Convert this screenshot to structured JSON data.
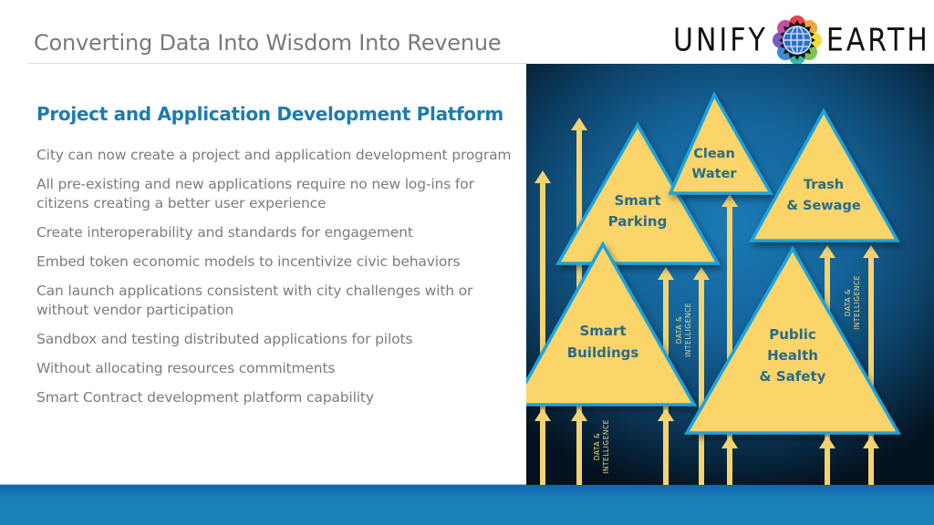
{
  "header": {
    "title": "Converting Data Into Wisdom Into Revenue",
    "logo": {
      "left_word": "UNIFY",
      "right_word": "EARTH",
      "icon": "globe-icon"
    }
  },
  "content": {
    "heading": "Project and Application Development Platform",
    "bullets": [
      "City can now create a project and application development program",
      "All pre-existing and new applications require no new log-ins for citizens creating a better user experience",
      "Create interoperability and standards for engagement",
      "Embed token economic models to incentivize civic behaviors",
      "Can launch applications consistent with city challenges with or without vendor participation",
      "Sandbox and testing distributed applications for pilots",
      "Without allocating resources commitments",
      "Smart Contract development platform capability"
    ]
  },
  "diagram": {
    "triangles": [
      {
        "line1": "Smart",
        "line2": "Parking",
        "line3": ""
      },
      {
        "line1": "Clean",
        "line2": "Water",
        "line3": ""
      },
      {
        "line1": "Trash",
        "line2": "& Sewage",
        "line3": ""
      },
      {
        "line1": "Smart",
        "line2": "Buildings",
        "line3": ""
      },
      {
        "line1": "Public",
        "line2": "Health",
        "line3": "& Safety"
      }
    ],
    "arrow_label_line1": "DATA &",
    "arrow_label_line2": "INTELLIGENCE",
    "colors": {
      "triangle_fill": "#fbd56b",
      "triangle_stroke": "#1ea3dc",
      "arrow": "#f5d36e",
      "label_text": "#2a6b8a"
    }
  }
}
